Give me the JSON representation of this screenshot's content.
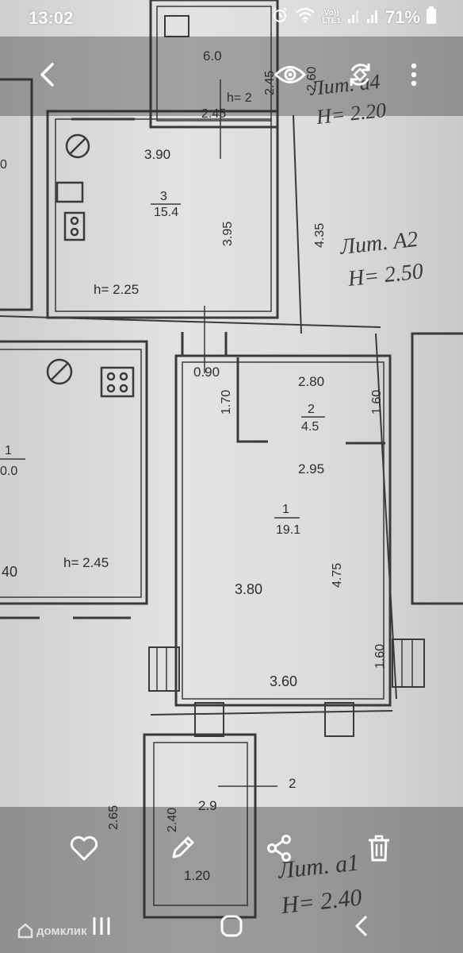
{
  "status_bar": {
    "time": "13:02",
    "volte_top": "Vo))",
    "volte_bottom": "LTE1",
    "battery_percent": "71%"
  },
  "app_bar": {
    "icons": [
      "back-arrow-icon",
      "eye-icon",
      "rotate-icon",
      "more-vert-icon"
    ]
  },
  "floor_plan": {
    "labels": {
      "room_top_small": "6.0",
      "h2": "h= 2",
      "d245_top": "2.45",
      "d245_vert": "2.45",
      "d260": "2.60",
      "lit_a4": "Лит. а4",
      "h220": "H= 2.20",
      "d390": "3.90",
      "room3_num": "3",
      "room3_area": "15.4",
      "d395": "3.95",
      "d435": "4.35",
      "lit_a2": "Лит. А2",
      "h250": "H= 2.50",
      "h225": "h= 2.25",
      "d090": "0.90",
      "d170": "1.70",
      "d280": "2.80",
      "room2_num": "2",
      "room2_area": "4.5",
      "d160_top": "1.60",
      "d295": "2.95",
      "room1_num": "1",
      "room1_area": "19.1",
      "left_room_num": "1",
      "left_room_area": "0.0",
      "left_40": "40",
      "h245": "h= 2.45",
      "d380": "3.80",
      "d475": "4.75",
      "d160_bot": "1.60",
      "d360": "3.60",
      "d2": "2",
      "d29": "2.9",
      "d240": "2.40",
      "d265": "2.65",
      "d120": "1.20",
      "lit_a1": "Лит. а1",
      "h240": "H= 2.40",
      "left_0": "0"
    }
  },
  "bottom_bar": {
    "icons": [
      "heart-icon",
      "edit-pencil-icon",
      "share-icon",
      "trash-icon"
    ],
    "watermark": "домклик"
  },
  "nav_bar": {
    "icons": [
      "recent-apps-icon",
      "home-icon",
      "back-icon"
    ]
  }
}
